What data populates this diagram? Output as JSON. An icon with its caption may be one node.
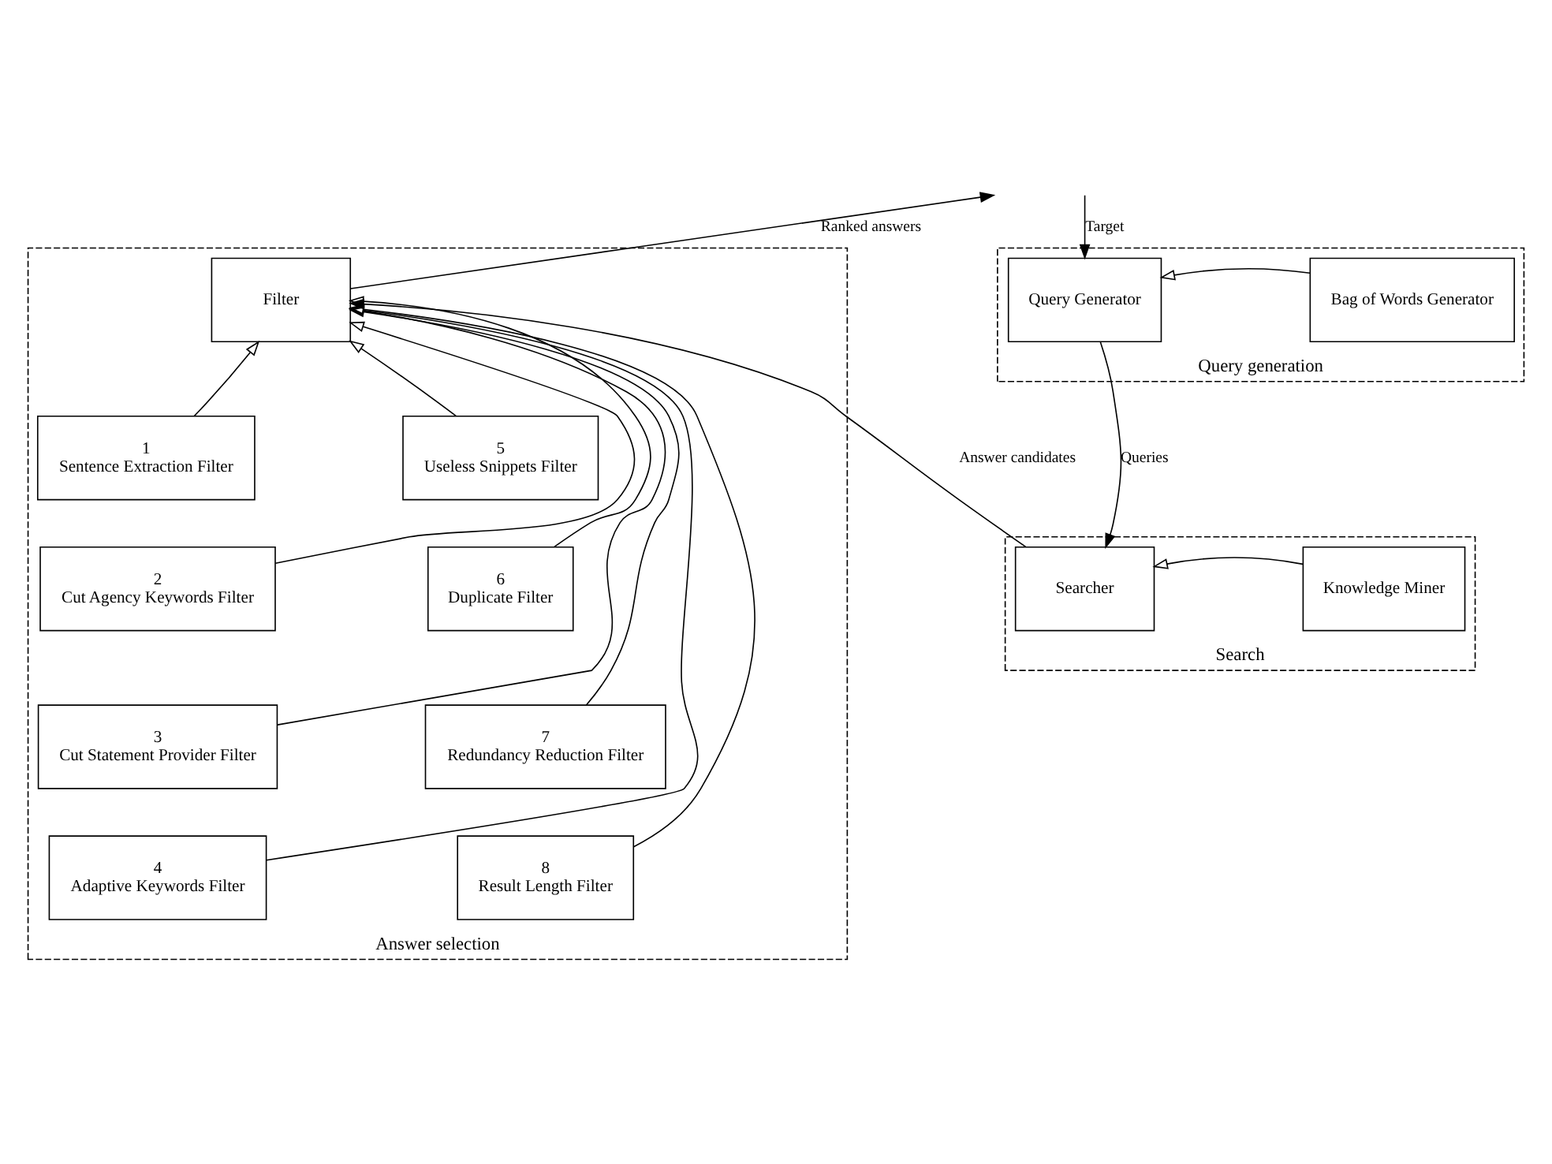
{
  "diagram": {
    "nodes": [
      {
        "text": [
          "Query generation"
        ]
      },
      {
        "text": [
          "Query Generator"
        ],
        "in": 0
      },
      {
        "text": [
          "Bag of Words Generator"
        ],
        "in": 0
      },
      {
        "text": [
          "Search"
        ]
      },
      {
        "text": [
          "Searcher"
        ],
        "in": 3
      },
      {
        "text": [
          "Knowledge Miner"
        ],
        "in": 3
      },
      {
        "text": [
          "Answer selection"
        ]
      },
      {
        "text": [
          "Filter"
        ],
        "in": 6
      },
      {
        "text": [
          "1",
          "Sentence Extraction Filter"
        ],
        "in": 6
      },
      {
        "text": [
          "5",
          "Useless Snippets Filter"
        ],
        "in": 6
      },
      {
        "text": [
          "2",
          "Cut Agency Keywords Filter"
        ],
        "in": 6
      },
      {
        "text": [
          "6",
          "Duplicate Filter"
        ],
        "in": 6
      },
      {
        "text": [
          "3",
          "Cut Statement Provider Filter"
        ],
        "in": 6
      },
      {
        "text": [
          "7",
          "Redundancy Reduction Filter"
        ],
        "in": 6
      },
      {
        "text": [
          "4",
          "Adaptive Keywords Filter"
        ],
        "in": 6
      },
      {
        "text": [
          "8",
          "Result Length Filter"
        ],
        "in": 6
      }
    ],
    "edges": [
      {
        "from": null,
        "to": 1,
        "arrow": "to",
        "label": "Target"
      },
      {
        "from": 2,
        "to": 1,
        "arrow": "to"
      },
      {
        "from": 1,
        "to": 4,
        "arrow": "to",
        "label": "Queries"
      },
      {
        "from": 5,
        "to": 4,
        "arrow": "to"
      },
      {
        "from": 4,
        "to": 7,
        "arrow": "to",
        "label": "Answer candidates"
      },
      {
        "from": 7,
        "to": null,
        "arrow": "to",
        "label": "Ranked answers"
      },
      {
        "from": 8,
        "to": 7,
        "arrow": "to"
      },
      {
        "from": 9,
        "to": 7,
        "arrow": "to"
      },
      {
        "from": 10,
        "to": 7,
        "arrow": "to"
      },
      {
        "from": 11,
        "to": 7,
        "arrow": "to"
      },
      {
        "from": 12,
        "to": 7,
        "arrow": "to"
      },
      {
        "from": 13,
        "to": 7,
        "arrow": "to"
      },
      {
        "from": 14,
        "to": 7,
        "arrow": "to"
      },
      {
        "from": 15,
        "to": 7,
        "arrow": "to"
      }
    ]
  }
}
